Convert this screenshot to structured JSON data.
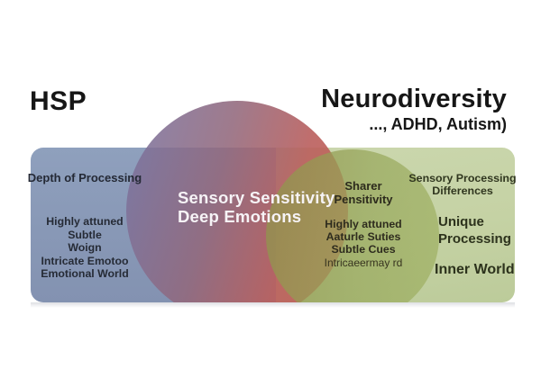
{
  "titles": {
    "hsp": "HSP",
    "neuro": "Neurodiversity",
    "neuro_sub": "..., ADHD, Autism)"
  },
  "hsp_panel": {
    "heading": "Depth of Processing",
    "items": [
      "Highly attuned",
      "Subtle",
      "Woign",
      "Intricate Emotoo",
      "Emotional World"
    ]
  },
  "center_circle": {
    "lines": [
      "Sensory Sensitivity",
      "Deep Emotions"
    ]
  },
  "overlap": {
    "heading_lines": [
      "Sharer",
      "Pensitivity"
    ],
    "items": [
      "Highly attuned",
      "Aaturle Suties",
      "Subtle Cues",
      "Intricaeermay rd"
    ]
  },
  "neuro_panel": {
    "heading_lines": [
      "Sensory Processing",
      "Differences"
    ],
    "emphasis_lines": [
      "Unique",
      "Processing"
    ],
    "footer": "Inner World"
  },
  "colors": {
    "background": "#ffffff",
    "hsp_band": "#8898b6",
    "neuro_band": "#c5d2a4",
    "hsp_circle_left": "#7874a2",
    "hsp_circle_right": "#c56054",
    "overlap_circle": "#98a85c",
    "overlap_mix": "#9a8a5f",
    "title_text": "#161616",
    "panel_text_dark": "#262b36",
    "center_text": "#f6f3f6"
  }
}
